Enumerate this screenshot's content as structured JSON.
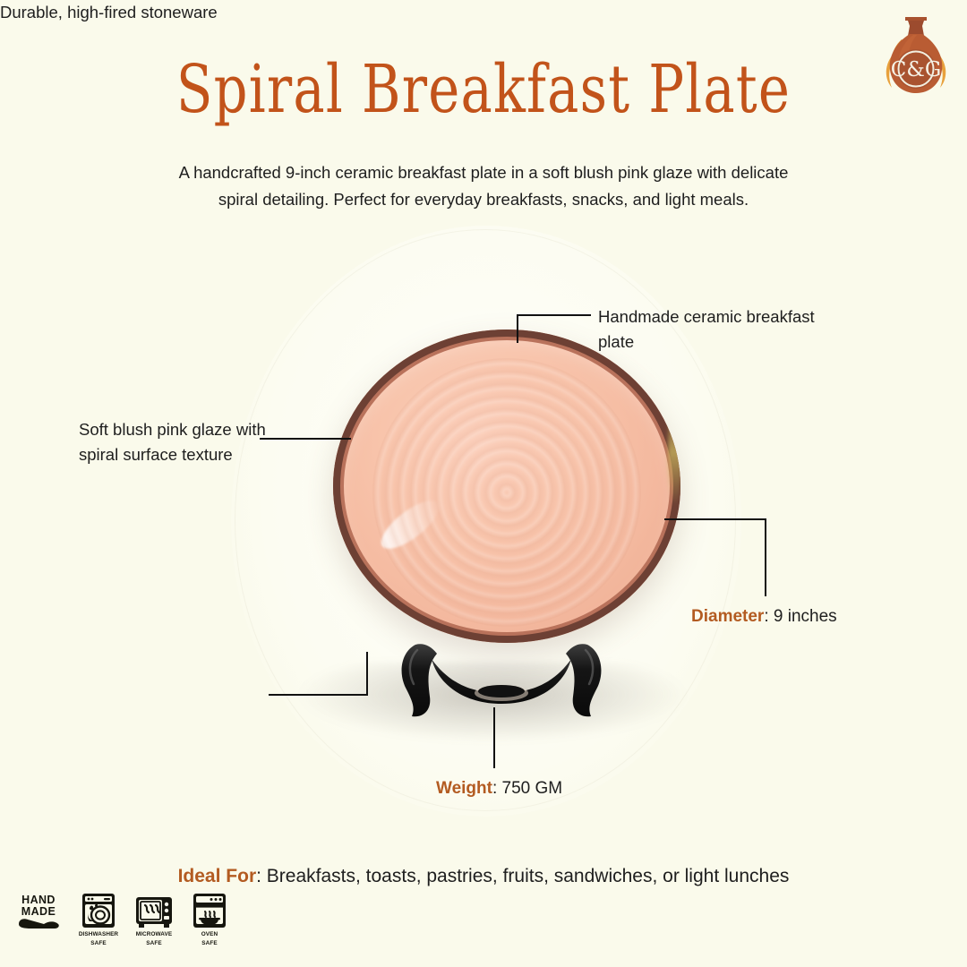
{
  "brand": {
    "logo_name": "cg-pottery-logo",
    "monogram": "C&G"
  },
  "header": {
    "title": "Spiral Breakfast Plate",
    "subtitle": "A handcrafted 9-inch ceramic breakfast plate in a soft blush pink glaze with delicate spiral detailing. Perfect for everyday breakfasts, snacks, and light meals."
  },
  "callouts": [
    {
      "id": "handmade",
      "text": "Handmade ceramic breakfast plate"
    },
    {
      "id": "glaze",
      "text": "Soft blush pink glaze with spiral surface texture"
    },
    {
      "id": "stoneware",
      "text": "Durable, high-fired stoneware"
    }
  ],
  "specs": {
    "diameter_label": "Diameter",
    "diameter_value": ": 9 inches",
    "weight_label": "Weight",
    "weight_value": ": 750 GM"
  },
  "ideal_for": {
    "label": "Ideal For",
    "value": ":  Breakfasts, toasts, pastries, fruits, sandwiches, or light lunches"
  },
  "care_badges": [
    {
      "icon": "hand-made-icon",
      "line1": "HAND",
      "line2": "MADE"
    },
    {
      "icon": "dishwasher-safe-icon",
      "line1": "DISHWASHER",
      "line2": "SAFE"
    },
    {
      "icon": "microwave-safe-icon",
      "line1": "MICROWAVE",
      "line2": "SAFE"
    },
    {
      "icon": "oven-safe-icon",
      "line1": "OVEN",
      "line2": "SAFE"
    }
  ],
  "colors": {
    "background": "#FAFAEB",
    "title": "#C2531A",
    "accent": "#B35B21",
    "body_text": "#1E1E1E",
    "plate_glaze": "#F6C0A5",
    "plate_rim": "#6D4034",
    "stand": "#141414"
  },
  "product": {
    "name": "Spiral Breakfast Plate",
    "material": "high-fired stoneware",
    "glaze": "soft blush pink"
  }
}
